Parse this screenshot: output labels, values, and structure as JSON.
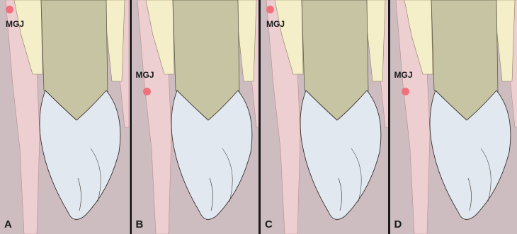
{
  "colors": {
    "marker": "#f2707a",
    "background_gingiva": "#cdbcc0",
    "gingiva": "#edcfd2",
    "bone_cream": "#f4efc9",
    "root": "#c7c4a3",
    "enamel": "#e2e8f0",
    "outline": "#3a3330"
  },
  "panels": [
    {
      "letter": "A",
      "mgj_label": "MGJ",
      "mgj_position": "top"
    },
    {
      "letter": "B",
      "mgj_label": "MGJ",
      "mgj_position": "middle"
    },
    {
      "letter": "C",
      "mgj_label": "MGJ",
      "mgj_position": "top"
    },
    {
      "letter": "D",
      "mgj_label": "MGJ",
      "mgj_position": "middle"
    }
  ]
}
